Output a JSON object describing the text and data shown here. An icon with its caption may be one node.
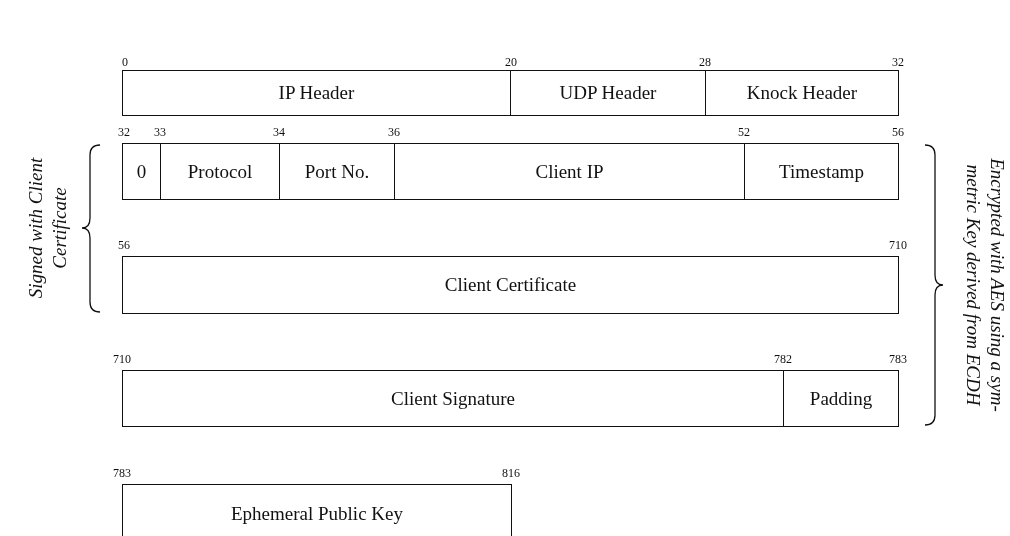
{
  "diagram": {
    "nodes": [
      {
        "text": [
          "IP Header"
        ]
      },
      {
        "text": [
          "UDP Header"
        ]
      },
      {
        "text": [
          "Knock Header"
        ]
      },
      {
        "text": [
          "0"
        ]
      },
      {
        "text": [
          "Protocol"
        ]
      },
      {
        "text": [
          "Port No."
        ]
      },
      {
        "text": [
          "Client IP"
        ]
      },
      {
        "text": [
          "Timestamp"
        ]
      },
      {
        "text": [
          "Client Certificate"
        ]
      },
      {
        "text": [
          "Client Signature"
        ]
      },
      {
        "text": [
          "Padding"
        ]
      },
      {
        "text": [
          "Ephemeral Public Key"
        ]
      }
    ],
    "labels": [
      "0",
      "20",
      "28",
      "32",
      "Signed with Client Certificate",
      "32",
      "33",
      "34",
      "36",
      "52",
      "56",
      "Encrypted with AES using a sym- metric Key derived from ECDH",
      "56",
      "710",
      "710",
      "782",
      "783",
      "783",
      "816"
    ]
  }
}
